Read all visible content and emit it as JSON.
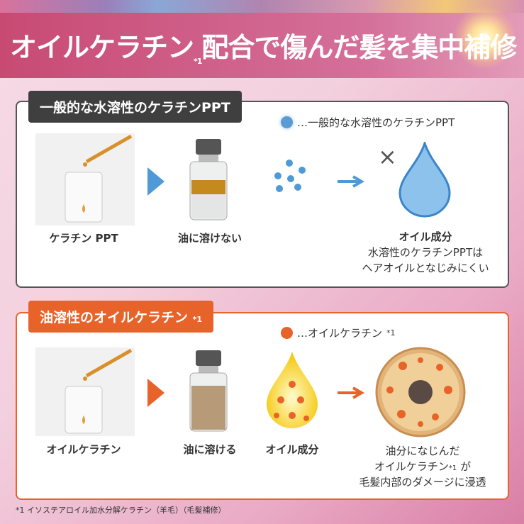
{
  "header": {
    "title_main": "オイルケラチン",
    "title_mark": "*1",
    "title_rest": "配合で傷んだ髪を集中補修"
  },
  "panel_water": {
    "tab": "一般的な水溶性のケラチンPPT",
    "legend": "…一般的な水溶性のケラチンPPT",
    "step1": "ケラチン PPT",
    "step2": "油に溶けない",
    "result_title": "オイル成分",
    "result_line1": "水溶性のケラチンPPTは",
    "result_line2": "ヘアオイルとなじみにくい",
    "cross": "×",
    "color": "#5b9bd5"
  },
  "panel_oil": {
    "tab": "油溶性のオイルケラチン",
    "tab_mark": "*1",
    "legend": "…オイルケラチン",
    "legend_mark": "*1",
    "step1": "オイルケラチン",
    "step2": "油に溶ける",
    "step3": "オイル成分",
    "result_line1": "油分になじんだ",
    "result_line2a": "オイルケラチン",
    "result_mark": "*1",
    "result_line2b": "が",
    "result_line3": "毛髪内部のダメージに浸透",
    "color": "#e8632a"
  },
  "footnote": "*1 イソステアロイル加水分解ケラチン（羊毛）（毛髪補修）"
}
